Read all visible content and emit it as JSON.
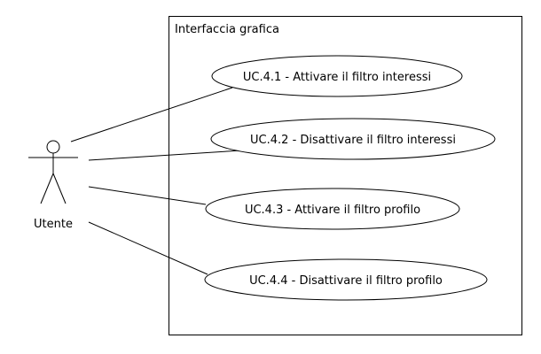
{
  "diagram": {
    "system_boundary": {
      "label": "Interfaccia grafica"
    },
    "actor": {
      "label": "Utente"
    },
    "use_cases": [
      {
        "label": "UC.4.1 - Attivare il filtro interessi"
      },
      {
        "label": "UC.4.2 - Disattivare il filtro interessi"
      },
      {
        "label": "UC.4.3 - Attivare il filtro profilo"
      },
      {
        "label": "UC.4.4 - Disattivare il filtro profilo"
      }
    ]
  }
}
